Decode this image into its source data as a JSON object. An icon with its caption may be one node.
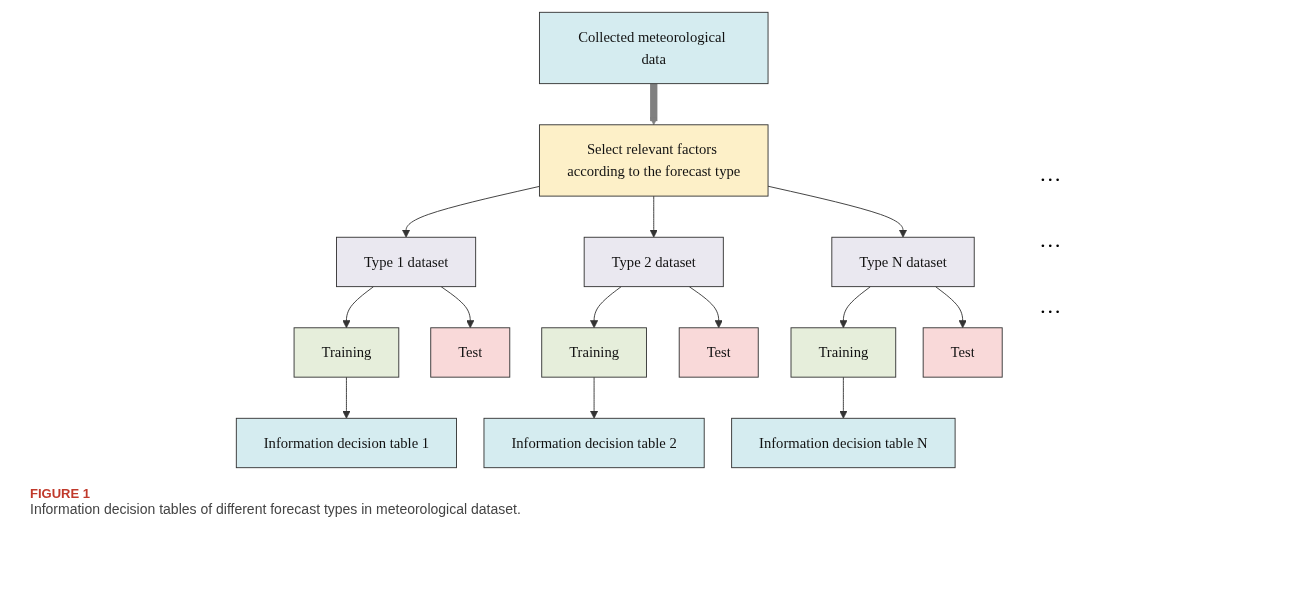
{
  "diagram": {
    "caption": "Information decision tables of different forecast types in meteorological dataset.",
    "nodes": [
      {
        "text": [
          "Collected meteorological data"
        ]
      },
      {
        "text": [
          "Select relevant factors according to the forecast type"
        ]
      },
      {
        "text": [
          "Type 1 dataset"
        ]
      },
      {
        "text": [
          "Type 2 dataset"
        ]
      },
      {
        "text": [
          "Type N dataset"
        ]
      },
      {
        "text": [
          "Training"
        ]
      },
      {
        "text": [
          "Test"
        ]
      },
      {
        "text": [
          "Training"
        ]
      },
      {
        "text": [
          "Test"
        ]
      },
      {
        "text": [
          "Training"
        ]
      },
      {
        "text": [
          "Test"
        ]
      },
      {
        "text": [
          "Information decision table 1"
        ]
      },
      {
        "text": [
          "Information decision table 2"
        ]
      },
      {
        "text": [
          "Information decision table N"
        ]
      }
    ],
    "edges": [
      {
        "from": 0,
        "to": 1,
        "arrow": "to",
        "style": "thick",
        "color": "#808080"
      },
      {
        "from": 1,
        "to": 2,
        "arrow": "to"
      },
      {
        "from": 1,
        "to": 3,
        "arrow": "to"
      },
      {
        "from": 1,
        "to": 4,
        "arrow": "to"
      },
      {
        "from": 2,
        "to": 5,
        "arrow": "to"
      },
      {
        "from": 2,
        "to": 6,
        "arrow": "to"
      },
      {
        "from": 3,
        "to": 7,
        "arrow": "to"
      },
      {
        "from": 3,
        "to": 8,
        "arrow": "to"
      },
      {
        "from": 4,
        "to": 9,
        "arrow": "to"
      },
      {
        "from": 4,
        "to": 10,
        "arrow": "to"
      },
      {
        "from": 5,
        "to": 11,
        "arrow": "to"
      },
      {
        "from": 7,
        "to": 12,
        "arrow": "to"
      },
      {
        "from": 9,
        "to": 13,
        "arrow": "to"
      }
    ],
    "labels": [
      "…",
      "…",
      "…",
      "FIGURE 1"
    ]
  }
}
